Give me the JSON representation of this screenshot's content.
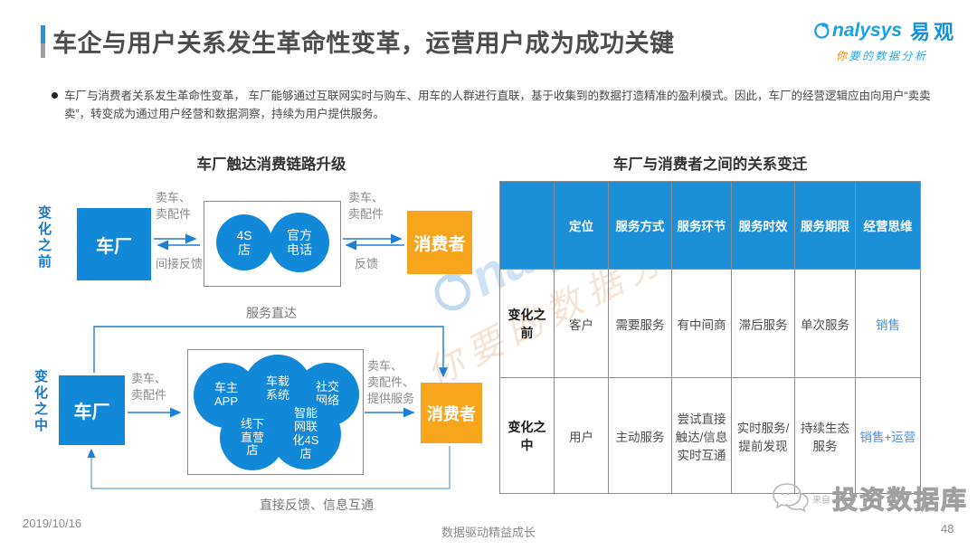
{
  "header": {
    "title": "车企与用户关系发生革命性变革，运营用户成为成功关键",
    "logo": {
      "brand_suffix": "nalysys",
      "brand_cn": "易观",
      "tagline_first": "你",
      "tagline_rest": "要的数据分析"
    }
  },
  "bullet": {
    "text": "车厂与消费者关系发生革命性变革， 车厂能够通过互联网实时与购车、用车的人群进行直联，基于收集到的数据打造精准的盈利模式。因此，车厂的经营逻辑应由向用户“卖卖卖”，转变成为通过用户经营和数据洞察，持续为用户提供服务。"
  },
  "left": {
    "title": "车厂触达消费链路升级",
    "before": {
      "stage": "变化之前",
      "factory": "车厂",
      "consumer": "消费者",
      "hub1": [
        "4S",
        "店"
      ],
      "hub2": [
        "官方",
        "电话"
      ],
      "sell_lines": [
        "卖车、",
        "卖配件"
      ],
      "feedback_indirect": "间接反馈",
      "sell_lines2": [
        "卖车、",
        "卖配件"
      ],
      "feedback": "反馈"
    },
    "service_direct": "服务直达",
    "during": {
      "stage": "变化之中",
      "factory": "车厂",
      "consumer": "消费者",
      "hubs": [
        "车主APP",
        "车载系统",
        "社交网络",
        "线下直营店",
        "智能网联化4S店"
      ],
      "sell_lines": [
        "卖车、",
        "卖配件"
      ],
      "provide_lines": [
        "卖车、",
        "卖配件、",
        "提供服务"
      ],
      "bottom_label": "直接反馈、信息互通"
    }
  },
  "table": {
    "title": "车厂与消费者之间的关系变迁",
    "headers": [
      "",
      "定位",
      "服务方式",
      "服务环节",
      "服务时效",
      "服务期限",
      "经营思维"
    ],
    "rows": [
      {
        "label": "变化之前",
        "cells": [
          "客户",
          "需要服务",
          "有中间商",
          "滞后服务",
          "单次服务"
        ],
        "highlight": "销售"
      },
      {
        "label": "变化之中",
        "cells": [
          "用户",
          "主动服务",
          "尝试直接触达/信息实时互通",
          "实时服务/提前发现",
          "持续生态服务"
        ],
        "highlight": "销售+运营"
      }
    ]
  },
  "watermark": {
    "brand": "nalysys",
    "tagline": "你要的数据分析"
  },
  "corner": {
    "prefix": "来自",
    "text": "投资数据库"
  },
  "footer": {
    "date": "2019/10/16",
    "center": "数据驱动精益成长",
    "page": "48"
  },
  "colors": {
    "accent_blue": "#1E96E0",
    "box_blue": "#1189D8",
    "box_orange": "#F7A51D",
    "table_header_blue": "#1B8FD8",
    "highlight_blue": "#4B8FE2",
    "logo_blue": "#17A2E6",
    "logo_orange": "#F08300"
  }
}
